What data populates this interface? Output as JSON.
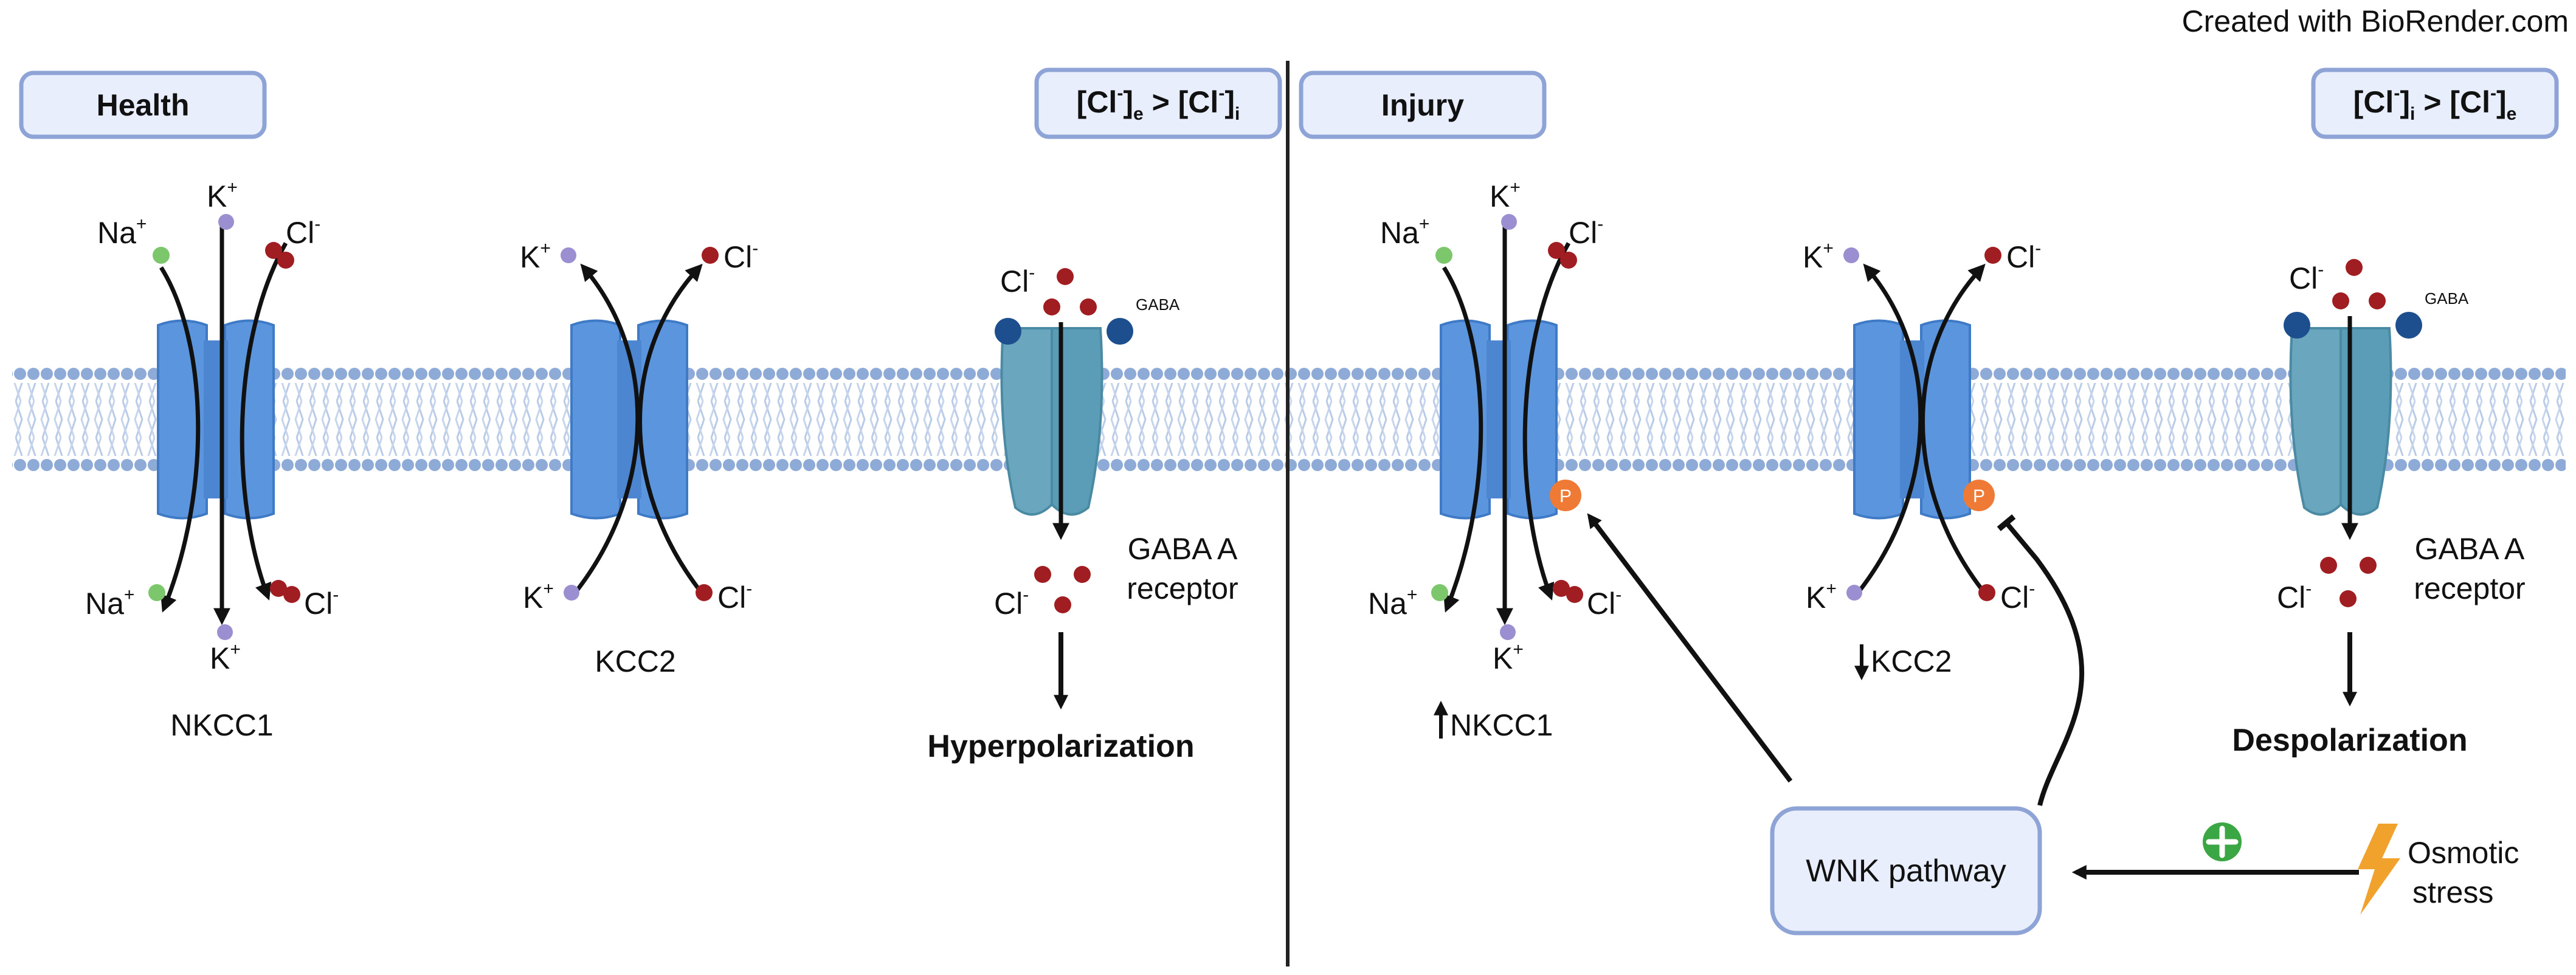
{
  "credit": "Created with BioRender.com",
  "panels": {
    "health": {
      "label": "Health",
      "concentration": {
        "base1": "[Cl",
        "sup1": "-",
        "close1": "]",
        "sub1": "e",
        "mid": " > [Cl",
        "sup2": "-",
        "close2": "]",
        "sub2": "i"
      },
      "transporters": {
        "nkcc1": "NKCC1",
        "kcc2": "KCC2",
        "gaba_label_1": "GABA A",
        "gaba_label_2": "receptor"
      },
      "outcome": "Hyperpolarization"
    },
    "injury": {
      "label": "Injury",
      "concentration": {
        "base1": "[Cl",
        "sup1": "-",
        "close1": "]",
        "sub1": "i",
        "mid": " > [Cl",
        "sup2": "-",
        "close2": "]",
        "sub2": "e"
      },
      "transporters": {
        "nkcc1": "NKCC1",
        "kcc2": "KCC2",
        "gaba_label_1": "GABA A",
        "gaba_label_2": "receptor"
      },
      "outcome": "Despolarization",
      "pathway": "WNK pathway",
      "stress_1": "Osmotic",
      "stress_2": "stress",
      "phospho": "P"
    }
  },
  "ions": {
    "na": {
      "base": "Na",
      "sup": "+"
    },
    "k": {
      "base": "K",
      "sup": "+"
    },
    "cl": {
      "base": "Cl",
      "sup": "-"
    },
    "gaba": "GABA"
  },
  "colors": {
    "membrane": "#9db7dc",
    "transporter": "#5b95de",
    "receptor": "#6aa7bf",
    "gaba_ball": "#1d4f8e",
    "na": "#7cc66b",
    "k": "#9c8fd1",
    "cl": "#a01e22",
    "phospho": "#ee7a35",
    "plus": "#3aa744",
    "bolt": "#f0a22c"
  },
  "icons": {
    "increase": "up-arrow-icon",
    "decrease": "down-arrow-icon",
    "bolt": "lightning-bolt-icon",
    "plus": "plus-circle-icon"
  }
}
